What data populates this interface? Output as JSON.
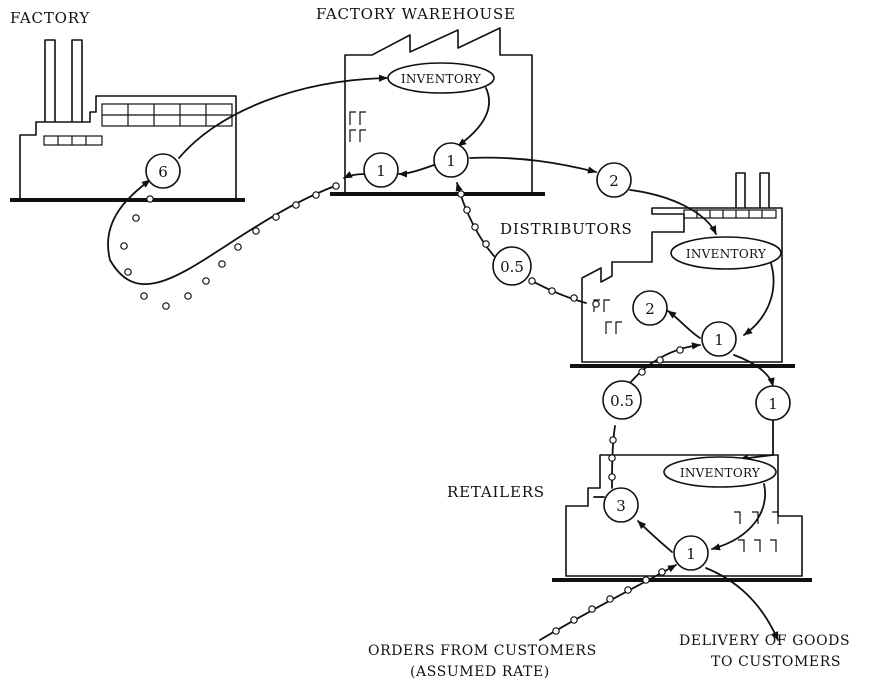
{
  "labels": {
    "factory": "FACTORY",
    "factory_warehouse": "FACTORY WAREHOUSE",
    "distributors": "DISTRIBUTORS",
    "retailers": "RETAILERS",
    "orders_line1": "ORDERS FROM CUSTOMERS",
    "orders_line2": "(ASSUMED RATE)",
    "delivery_line1": "DELIVERY OF GOODS",
    "delivery_line2": "TO CUSTOMERS"
  },
  "inventory": {
    "warehouse": "INVENTORY",
    "distributors": "INVENTORY",
    "retailers": "INVENTORY"
  },
  "delays": {
    "factory_production": "6",
    "warehouse_order_in": "1",
    "warehouse_shipping": "1",
    "warehouse_to_distributor": "2",
    "distributor_order_mail": "0.5",
    "distributor_order_processing": "2",
    "distributor_shipping": "1",
    "distributor_to_retailer": "1",
    "retailer_order_mail": "0.5",
    "retailer_order_processing": "3",
    "retailer_shipping": "1"
  }
}
